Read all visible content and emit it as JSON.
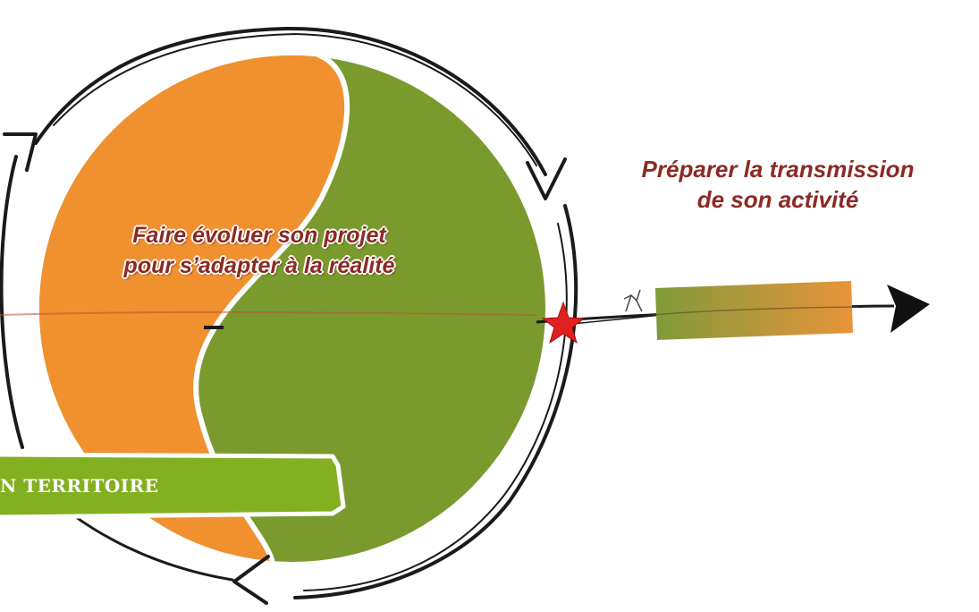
{
  "diagram": {
    "center_label": "Faire évoluer son projet\npour s’adapter à la réalité",
    "transmission_label": "Préparer la transmission\nde son activité",
    "banner_label": "N TERRITOIRE"
  },
  "colors": {
    "orange": "#f0902e",
    "green": "#7a9a2e",
    "banner_green": "#82b020",
    "text_red": "#8b2a24",
    "star": "#e02020",
    "stroke": "#1a1a1a"
  }
}
